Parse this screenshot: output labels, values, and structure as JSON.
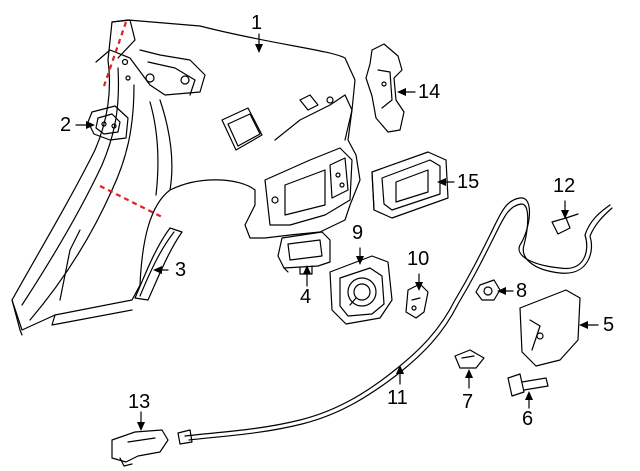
{
  "callouts": [
    {
      "id": 1,
      "label": "1"
    },
    {
      "id": 2,
      "label": "2"
    },
    {
      "id": 3,
      "label": "3"
    },
    {
      "id": 4,
      "label": "4"
    },
    {
      "id": 5,
      "label": "5"
    },
    {
      "id": 6,
      "label": "6"
    },
    {
      "id": 7,
      "label": "7"
    },
    {
      "id": 8,
      "label": "8"
    },
    {
      "id": 9,
      "label": "9"
    },
    {
      "id": 10,
      "label": "10"
    },
    {
      "id": 11,
      "label": "11"
    },
    {
      "id": 12,
      "label": "12"
    },
    {
      "id": 13,
      "label": "13"
    },
    {
      "id": 14,
      "label": "14"
    },
    {
      "id": 15,
      "label": "15"
    }
  ],
  "colors": {
    "line": "#000000",
    "cut_line": "#e02020",
    "background": "#ffffff"
  }
}
